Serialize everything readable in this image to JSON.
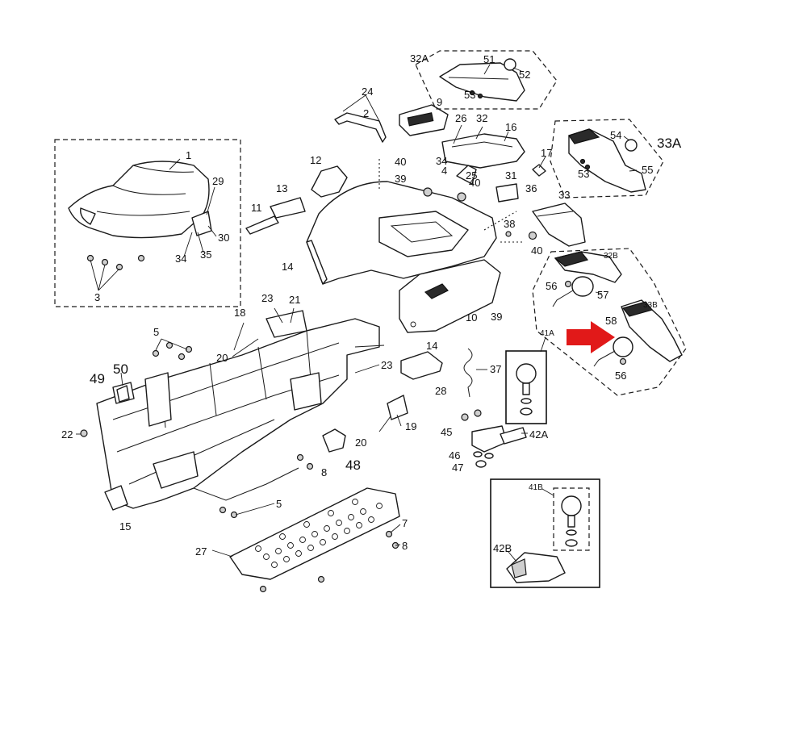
{
  "diagram": {
    "labels": {
      "1": "1",
      "2": "2",
      "3": "3",
      "4": "4",
      "5a": "5",
      "5b": "5",
      "7": "7",
      "8a": "8",
      "8b": "8",
      "9": "9",
      "10": "10",
      "11": "11",
      "12": "12",
      "13": "13",
      "14a": "14",
      "14b": "14",
      "15": "15",
      "16": "16",
      "17": "17",
      "18": "18",
      "19": "19",
      "20a": "20",
      "20b": "20",
      "21": "21",
      "22": "22",
      "23a": "23",
      "23b": "23",
      "24": "24",
      "25": "25",
      "26": "26",
      "27": "27",
      "28": "28",
      "29": "29",
      "30": "30",
      "31": "31",
      "32": "32",
      "32A": "32A",
      "32B": "32B",
      "33": "33",
      "33A": "33A",
      "33B": "33B",
      "34a": "34",
      "34b": "34",
      "35": "35",
      "36": "36",
      "37": "37",
      "38": "38",
      "39a": "39",
      "39b": "39",
      "40a": "40",
      "40b": "40",
      "40c": "40",
      "41A": "41A",
      "41B": "41B",
      "42A": "42A",
      "42B": "42B",
      "45": "45",
      "46": "46",
      "47": "47",
      "48": "48",
      "49": "49",
      "50": "50",
      "51": "51",
      "52": "52",
      "53a": "53",
      "53b": "53",
      "54": "54",
      "55": "55",
      "56a": "56",
      "56b": "56",
      "57": "57",
      "58": "58"
    },
    "highlight_color": "#e11919"
  }
}
